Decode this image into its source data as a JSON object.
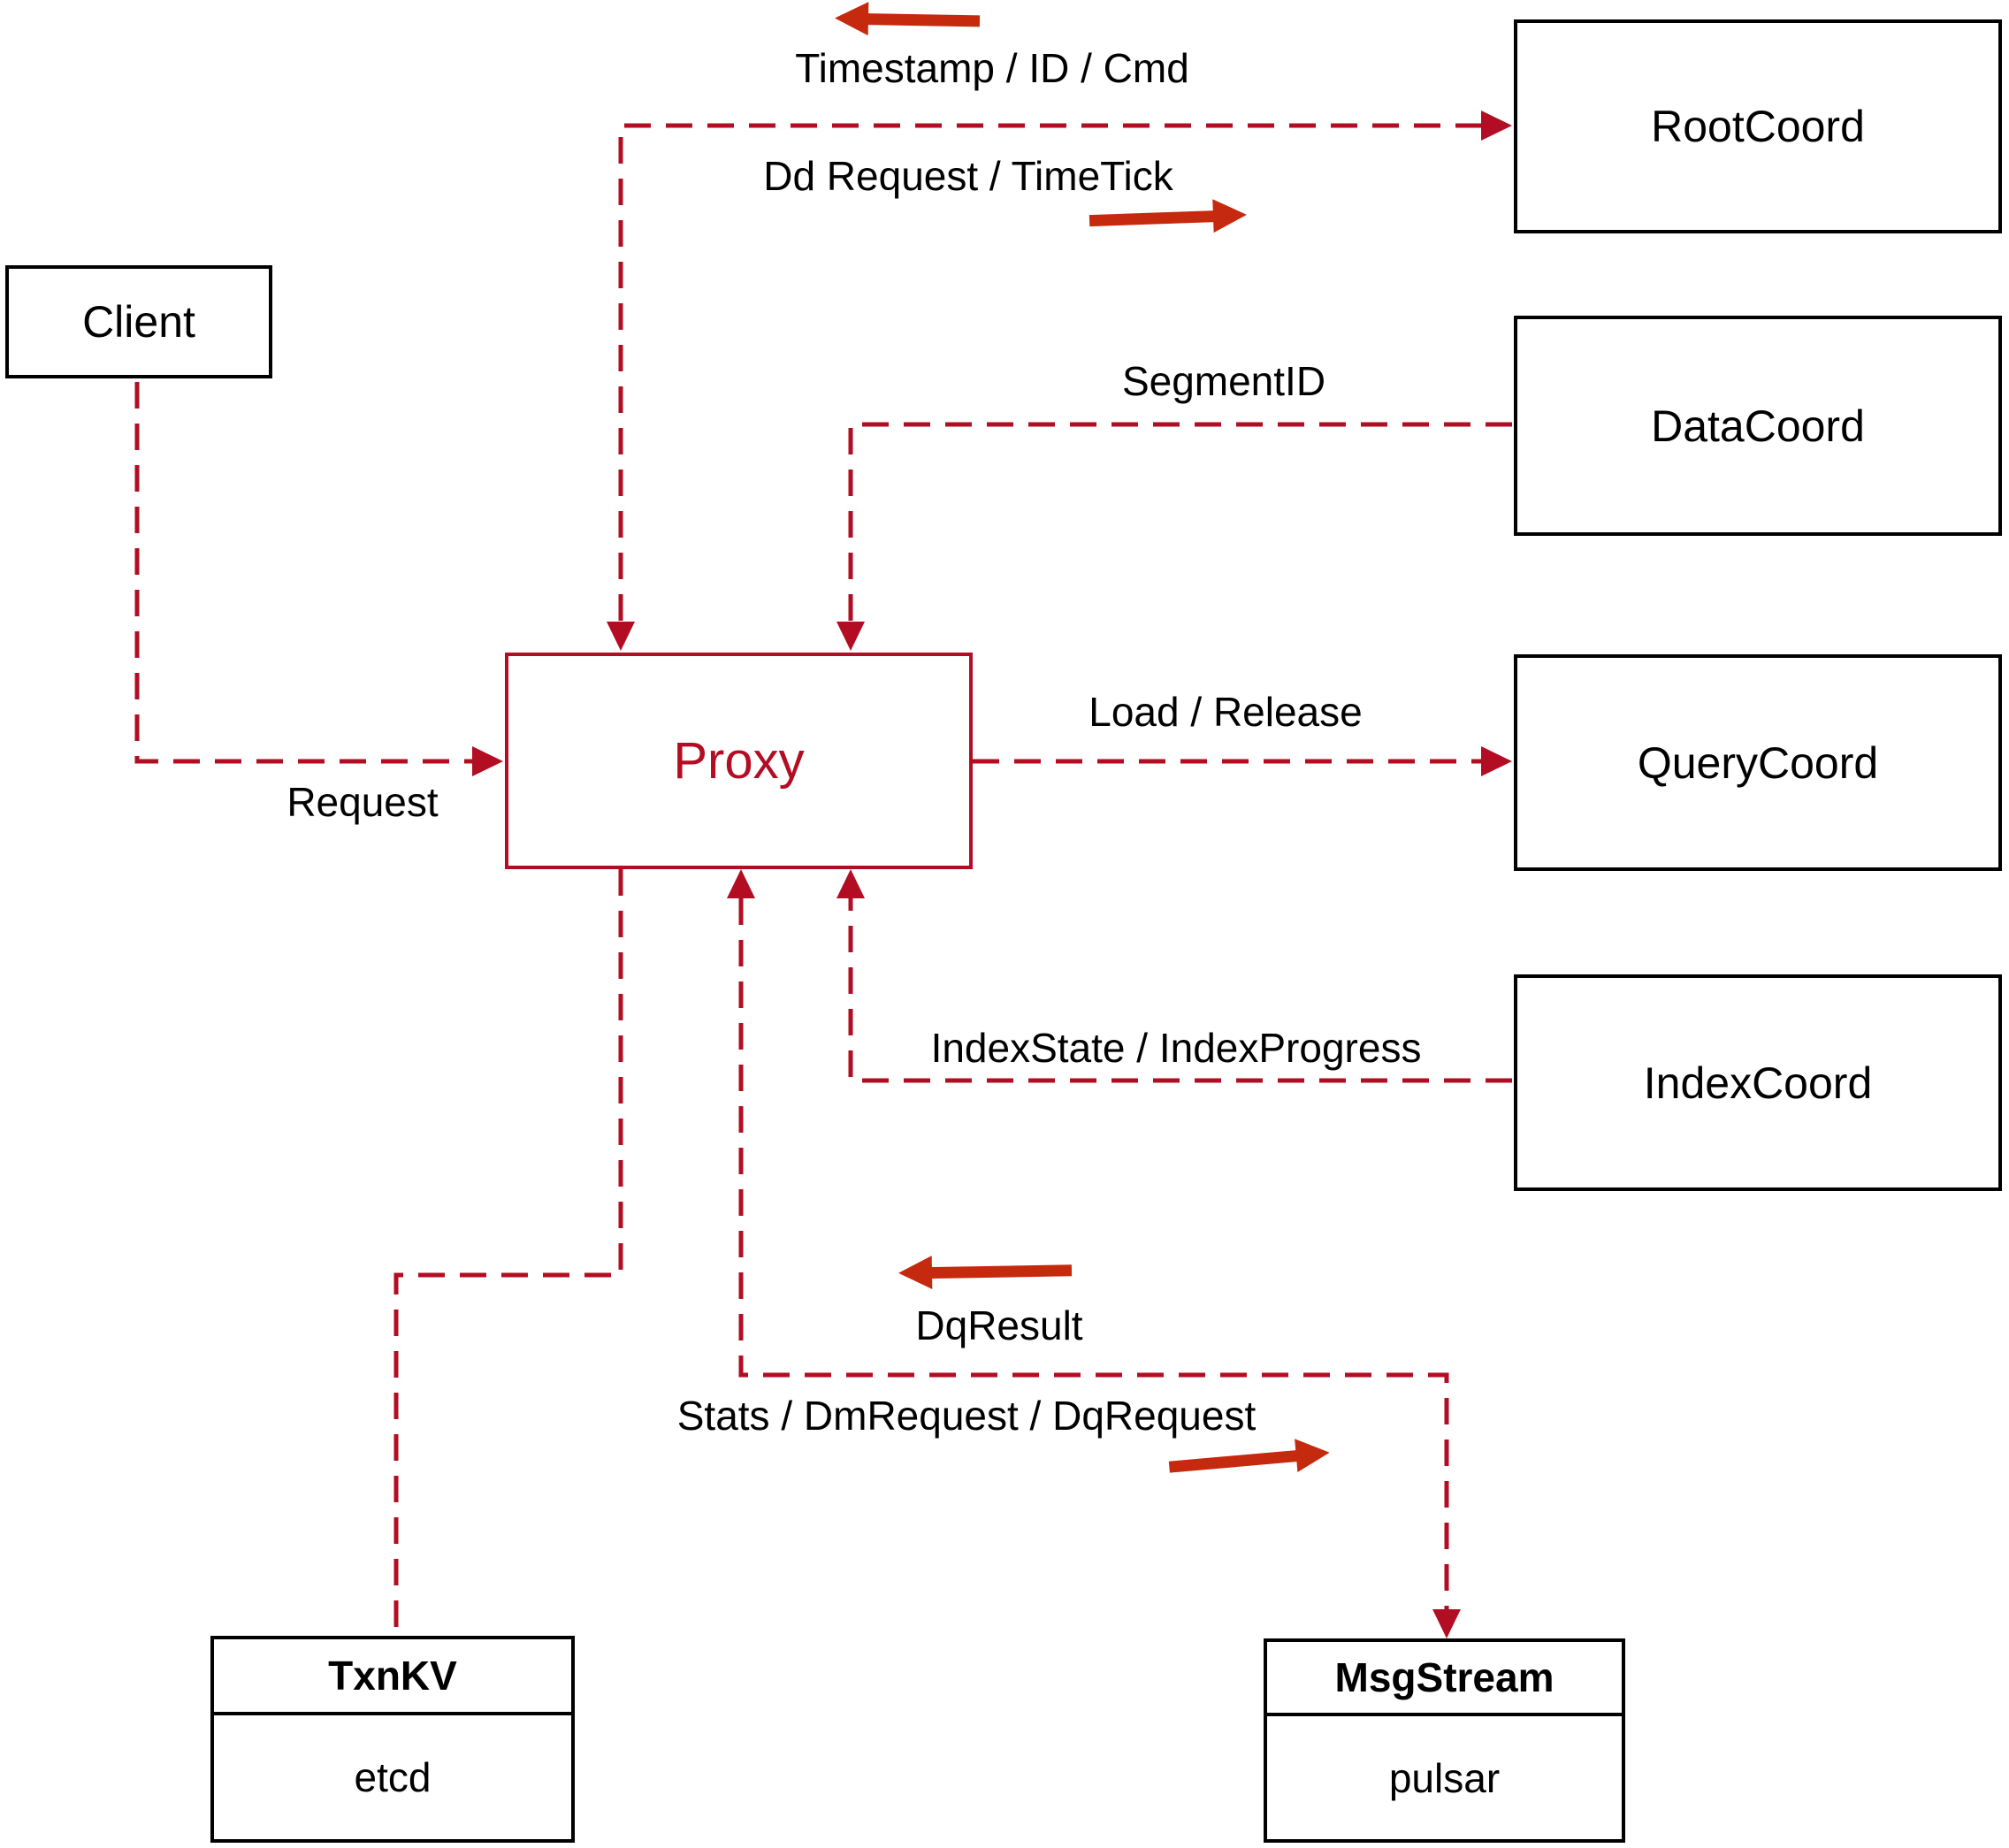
{
  "diagram": {
    "nodes": {
      "client": {
        "label": "Client"
      },
      "proxy": {
        "label": "Proxy"
      },
      "root_coord": {
        "label": "RootCoord"
      },
      "data_coord": {
        "label": "DataCoord"
      },
      "query_coord": {
        "label": "QueryCoord"
      },
      "index_coord": {
        "label": "IndexCoord"
      },
      "txn_kv": {
        "title": "TxnKV",
        "subtitle": "etcd"
      },
      "msg_stream": {
        "title": "MsgStream",
        "subtitle": "pulsar"
      }
    },
    "edge_labels": {
      "timestamp": "Timestamp / ID / Cmd",
      "dd_request": "Dd Request / TimeTick",
      "segment_id": "SegmentID",
      "load_release": "Load / Release",
      "index_state": "IndexState / IndexProgress",
      "request": "Request",
      "dq_result": "DqResult",
      "stats": "Stats / DmRequest / DqRequest"
    },
    "colors": {
      "connector": "#b30d23",
      "solid_arrow": "#c5290e",
      "box_border": "#000000",
      "proxy_accent": "#b30d23"
    }
  }
}
